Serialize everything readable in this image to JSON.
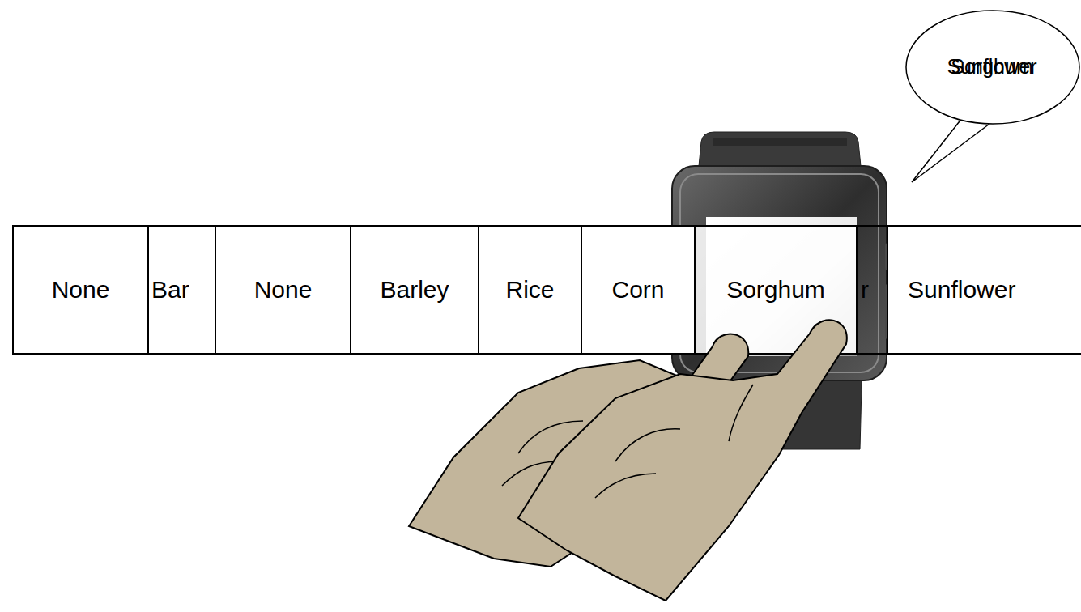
{
  "diagram": {
    "nodes": [
      {
        "text": [
          "Sorghum",
          "Sunflower"
        ]
      },
      {
        "text": [
          "None"
        ]
      },
      {
        "text": [
          "Bar"
        ]
      },
      {
        "text": [
          "None"
        ]
      },
      {
        "text": [
          "Barley"
        ]
      },
      {
        "text": [
          "Rice"
        ]
      },
      {
        "text": [
          "Corn"
        ]
      },
      {
        "text": [
          "Sorghum"
        ]
      },
      {
        "text": [
          "r"
        ]
      },
      {
        "text": [
          "Sunflower"
        ]
      }
    ]
  }
}
